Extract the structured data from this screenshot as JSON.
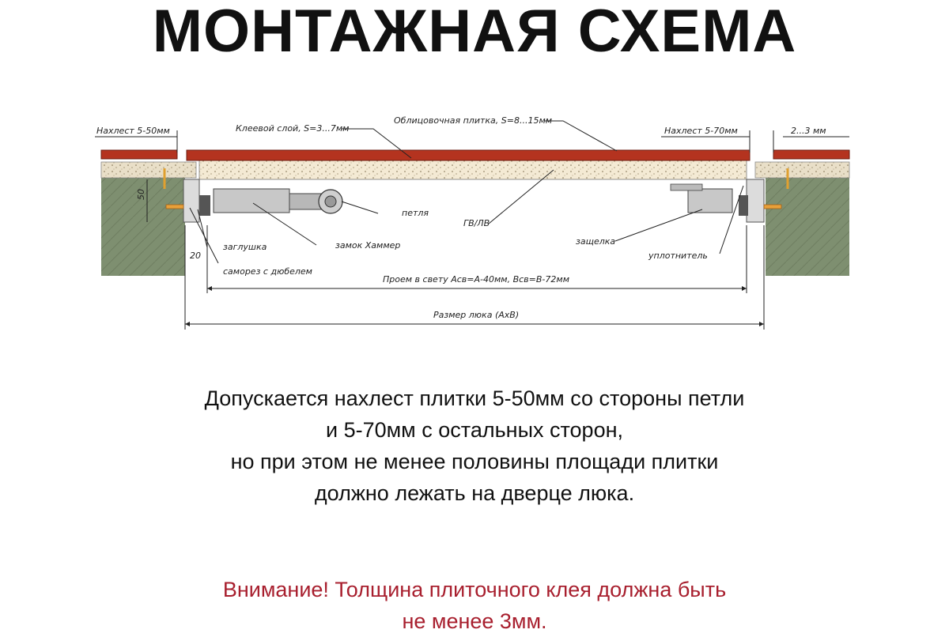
{
  "title": "МОНТАЖНАЯ СХЕМА",
  "colors": {
    "tile": "#b4331f",
    "tile_edge": "#6b1c10",
    "adhesive": "#e9dfc8",
    "board": "#f4ead4",
    "wall": "#7e8f70",
    "warning": "#a81f2e",
    "text": "#111111"
  },
  "diagram": {
    "labels": {
      "overlap_left": "Нахлест 5-50мм",
      "adhesive": "Клеевой слой, S=3...7мм",
      "tile": "Облицовочная плитка, S=8...15мм",
      "overlap_right": "Нахлест 5-70мм",
      "gap": "2...3 мм",
      "dim_50": "50",
      "hinge": "петля",
      "board": "ГВ/ЛВ",
      "plug": "заглушка",
      "lock": "замок Хаммер",
      "latch": "защелка",
      "seal": "уплотнитель",
      "dim_20": "20",
      "screw": "саморез с дюбелем",
      "clear_opening": "Проем в свету Асв=А-40мм, Всв=В-72мм",
      "hatch_size": "Размер люка (АхВ)"
    }
  },
  "description": {
    "lines": [
      "Допускается нахлест плитки 5-50мм со стороны петли",
      "и 5-70мм с остальных сторон,",
      "но при этом не менее половины площади плитки",
      "должно лежать на дверце люка."
    ]
  },
  "warning": {
    "lines": [
      "Внимание! Толщина плиточного клея должна быть",
      "не менее 3мм."
    ]
  }
}
